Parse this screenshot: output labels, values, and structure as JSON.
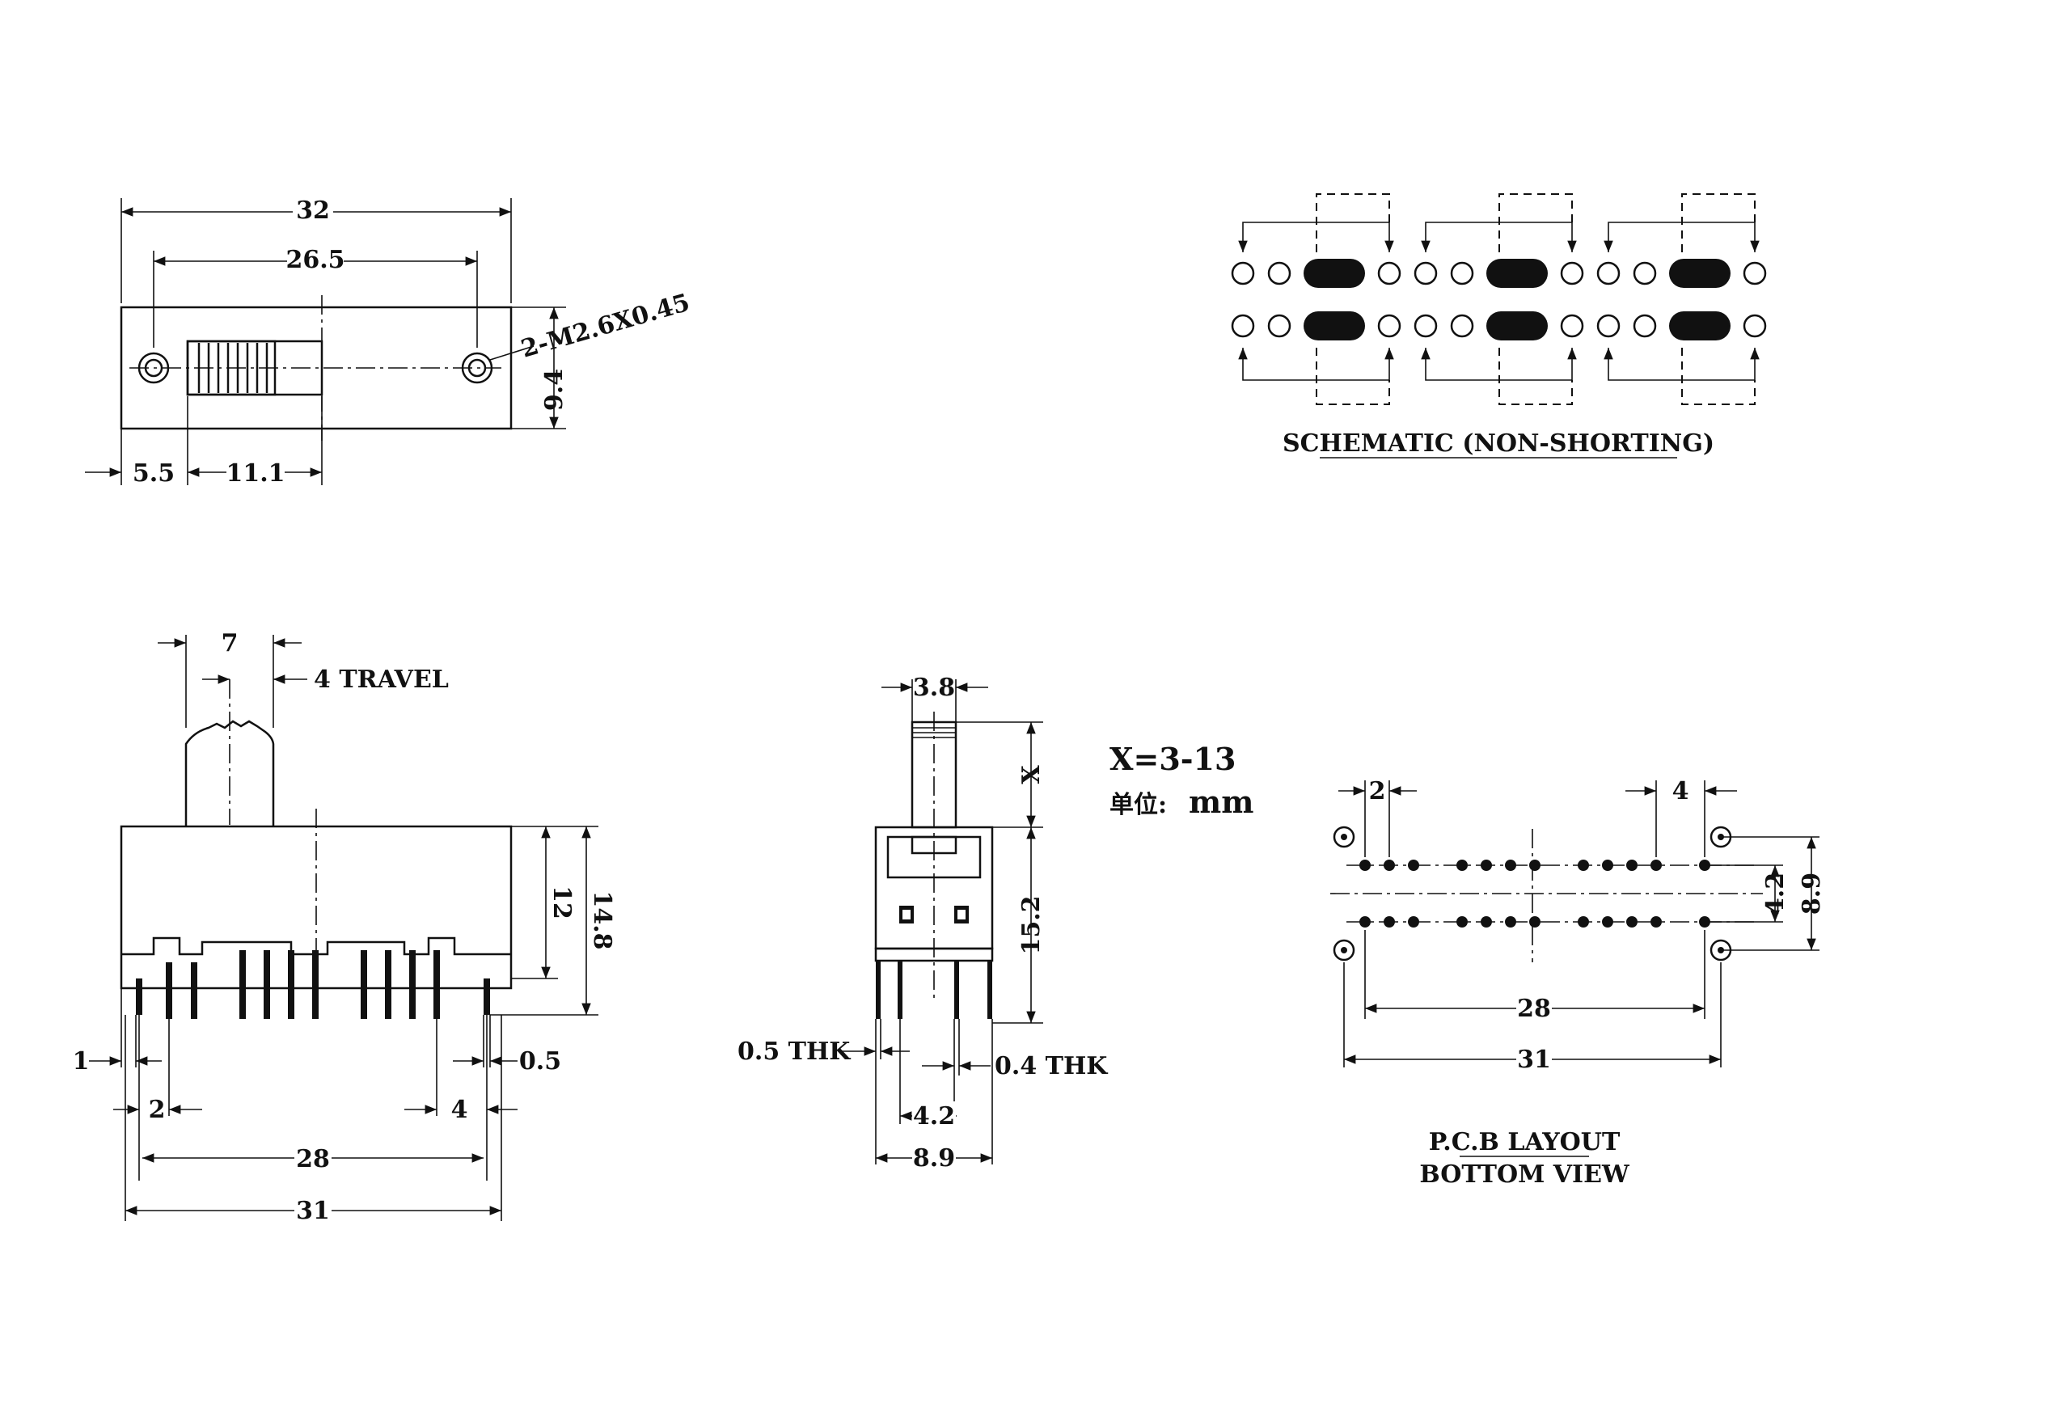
{
  "top_view": {
    "overall_width": "32",
    "hole_pitch": "26.5",
    "height": "9.4",
    "hole_note": "2-M2.6X0.45",
    "offset_left": "5.5",
    "knob_width": "11.1"
  },
  "schematic": {
    "title": "SCHEMATIC (NON-SHORTING)"
  },
  "front_view": {
    "knob_width": "7",
    "travel": "4 TRAVEL",
    "body_height": "12",
    "total_height": "14.8",
    "pin_width_left": "1",
    "pin_width_right": "0.5",
    "pin_pitch": "2",
    "gap": "4",
    "pin_span": "28",
    "overall_width": "31"
  },
  "side_view": {
    "knob_thickness": "3.8",
    "knob_height": "X",
    "body_height": "15.2",
    "pin_thk_left": "0.5 THK",
    "pin_thk_right": "0.4 THK",
    "pin_spacing": "4.2",
    "overall_depth": "8.9"
  },
  "notes": {
    "x_range": "X=3-13",
    "unit_label": "单位:",
    "unit": "mm"
  },
  "pcb": {
    "pitch": "2",
    "gap": "4",
    "row_spacing": "4.2",
    "overall_depth": "8.9",
    "pin_span": "28",
    "hole_span": "31",
    "title_line1": "P.C.B LAYOUT",
    "title_line2": "BOTTOM VIEW"
  }
}
